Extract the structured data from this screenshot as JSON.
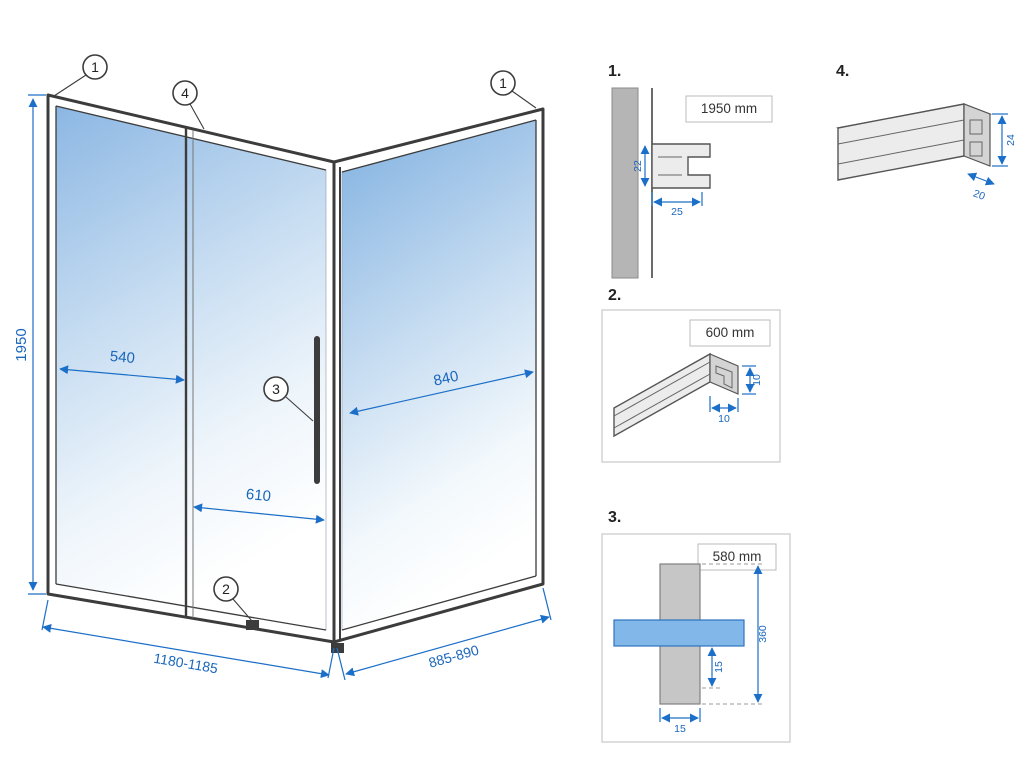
{
  "colors": {
    "dimension_blue": "#1c6fc8",
    "frame_dark": "#3c3c3c",
    "glass_blue_top": "#8cb7e3",
    "wall_gray": "#b5b5b5",
    "profile_gray": "#d4d4d4",
    "bar_blue": "#82b7ea"
  },
  "main": {
    "callouts": {
      "top_left": "1",
      "top_center": "4",
      "top_right": "1",
      "handle": "3",
      "roller": "2"
    },
    "dimensions": {
      "height": "1950",
      "fixed_panel_width": "540",
      "side_panel_width": "840",
      "door_width": "610",
      "front_width_range": "1180-1185",
      "side_width_range": "885-890"
    }
  },
  "details": {
    "d1": {
      "label": "1.",
      "size_label": "1950 mm",
      "dim_height": "22",
      "dim_width": "25"
    },
    "d4": {
      "label": "4.",
      "dim_height": "24",
      "dim_depth": "20"
    },
    "d2": {
      "label": "2.",
      "size_label": "600 mm",
      "dim_height": "10",
      "dim_width": "10"
    },
    "d3": {
      "label": "3.",
      "size_label": "580 mm",
      "dim_total": "360",
      "dim_side": "15",
      "dim_bottom": "15"
    }
  }
}
